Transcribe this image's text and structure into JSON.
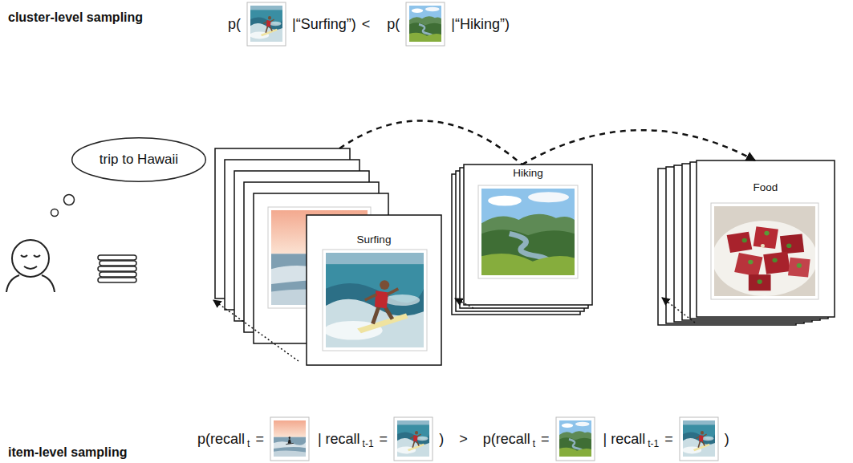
{
  "diagram": {
    "nodes": [
      {
        "text": [
          "trip to Hawaii"
        ]
      },
      {
        "text": [
          "Surfing"
        ]
      },
      {
        "text": [
          "Hiking"
        ]
      },
      {
        "text": [
          "Food"
        ]
      }
    ],
    "edges": [
      {
        "from": 1,
        "to": 2,
        "arrow": "none"
      },
      {
        "from": 2,
        "to": 3,
        "arrow": "to"
      }
    ],
    "labels": [
      "cluster-level sampling",
      "p(",
      "|“Surfing”)",
      "<",
      "p(",
      "|“Hiking”)",
      "item-level sampling",
      "p(recall",
      "t",
      "=",
      "| recall",
      "t-1",
      "=",
      ")",
      ">",
      "p(recall",
      "t",
      "=",
      "| recall",
      "t-1",
      "=",
      ")"
    ]
  }
}
